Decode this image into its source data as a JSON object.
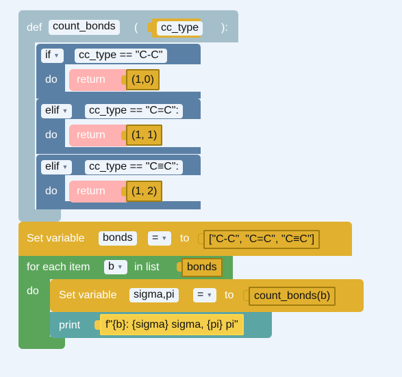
{
  "func": {
    "def_label": "def",
    "name": "count_bonds",
    "open_paren": "(",
    "param": "cc_type",
    "close_paren": "):"
  },
  "cases": [
    {
      "kw": "if",
      "cond": "cc_type == \"C-C\"",
      "do": "do",
      "ret": "return",
      "val": "(1,0)"
    },
    {
      "kw": "elif",
      "cond": "cc_type == \"C=C\":",
      "do": "do",
      "ret": "return",
      "val": "(1, 1)"
    },
    {
      "kw": "elif",
      "cond": "cc_type == \"C≡C\":",
      "do": "do",
      "ret": "return",
      "val": "(1, 2)"
    }
  ],
  "set1": {
    "label": "Set variable",
    "var": "bonds",
    "op": "=",
    "to": "to",
    "value": "[\"C-C\", \"C=C\", \"C≡C\"]"
  },
  "loop": {
    "label": "for each item",
    "var": "b",
    "in_list": "in list",
    "list": "bonds",
    "do": "do"
  },
  "set2": {
    "label": "Set variable",
    "var": "sigma,pi",
    "op": "=",
    "to": "to",
    "value": "count_bonds(b)"
  },
  "print": {
    "label": "print",
    "value": "f\"{b}: {sigma} sigma, {pi} pi\""
  },
  "colors": {
    "def_block": "#a5bfca",
    "if_block": "#5b80a5",
    "return_block": "#ffb0b0",
    "value_block": "#e1b02f",
    "loop_block": "#5ba55b",
    "print_block": "#5ba5a5"
  }
}
